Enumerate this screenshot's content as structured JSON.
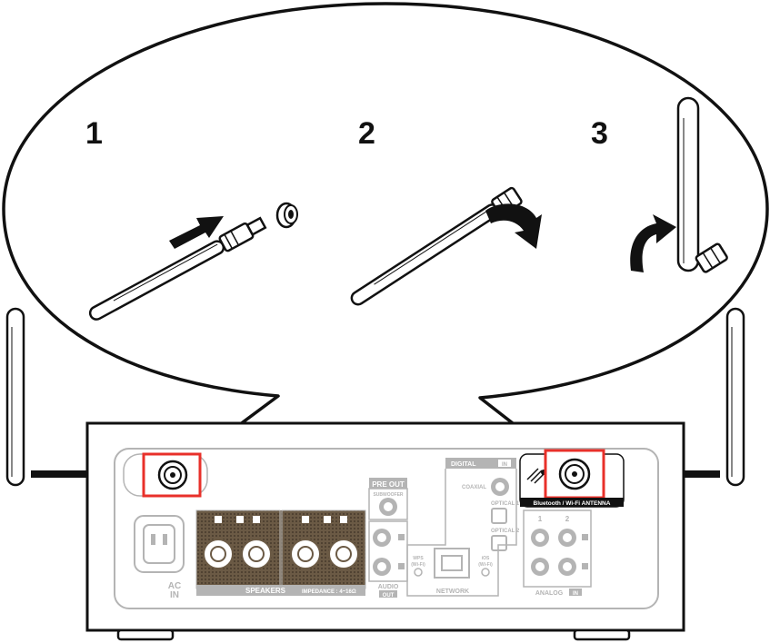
{
  "callout": {
    "steps": [
      "1",
      "2",
      "3"
    ]
  },
  "rear_panel": {
    "pre_out": "PRE OUT",
    "subwoofer": "SUBWOOFER",
    "speakers": "SPEAKERS",
    "impedance": "IMPEDANCE : 4~16Ω",
    "audio_out": "AUDIO",
    "audio_out_badge": "OUT",
    "ac_in": [
      "AC",
      "IN"
    ],
    "digital": "DIGITAL",
    "digital_badge": "IN",
    "coaxial": "COAXIAL",
    "optical_1": "OPTICAL 1",
    "optical_2": "OPTICAL 2",
    "wps": [
      "WPS",
      "(Wi-Fi)"
    ],
    "ios": [
      "iOS",
      "(Wi-Fi)"
    ],
    "network": "NETWORK",
    "analog": "ANALOG",
    "analog_badge": "IN",
    "analog_ch": [
      "1",
      "2"
    ],
    "antenna_label": "Bluetooth / Wi-Fi ANTENNA"
  },
  "colors": {
    "highlight": "#e8302a",
    "outline": "#111111",
    "panel_gray": "#b4b4b4",
    "speaker_plate": "#6b5a45"
  }
}
